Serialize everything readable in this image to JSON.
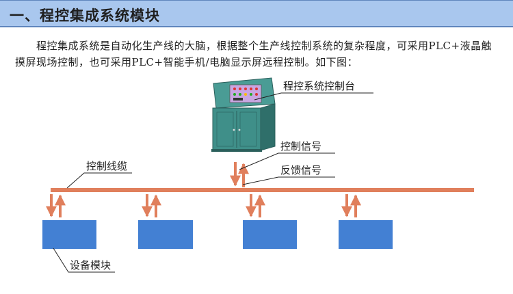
{
  "header": {
    "title": "一、程控集成系统模块"
  },
  "intro": {
    "text": "程控集成系统是自动化生产线的大脑，根据整个生产线控制系统的复杂程度，可采用PLC+液晶触摸屏现场控制，也可采用PLC+智能手机/电脑显示屏远程控制。如下图："
  },
  "diagram": {
    "labels": {
      "console": "程控系统控制台",
      "control_signal": "控制信号",
      "feedback_signal": "反馈信号",
      "control_cable": "控制线缆",
      "device_module": "设备模块"
    },
    "colors": {
      "header_bg": "#a9c7ee",
      "bus": "#e07f5c",
      "arrow": "#e07f5c",
      "module": "#4380d3",
      "console": "#3f8f89",
      "console_panel": "#c9a6e2"
    }
  }
}
